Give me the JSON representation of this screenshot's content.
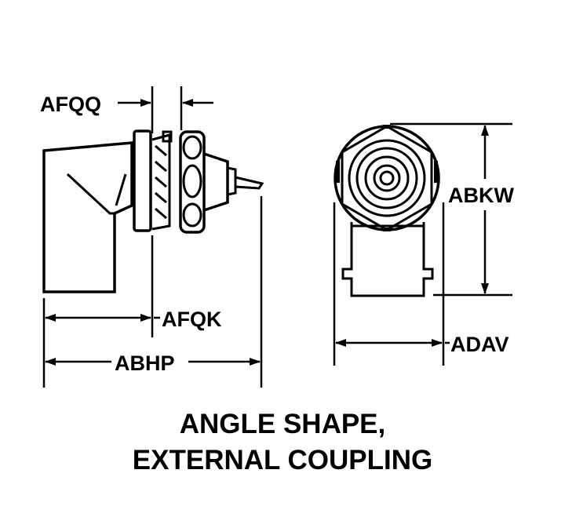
{
  "dimensions": {
    "afqq": "AFQQ",
    "afqk": "AFQK",
    "abhp": "ABHP",
    "abkw": "ABKW",
    "adav": "ADAV"
  },
  "caption": {
    "line1": "ANGLE SHAPE,",
    "line2": "EXTERNAL COUPLING"
  },
  "colors": {
    "ink": "#000000",
    "background": "#ffffff"
  }
}
